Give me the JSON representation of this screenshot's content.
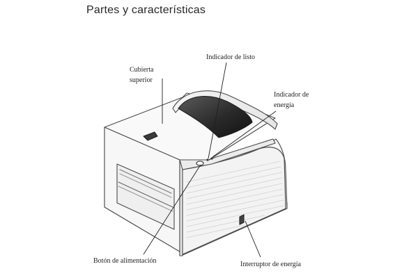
{
  "header": {
    "title": "Partes y características"
  },
  "callouts": {
    "top_cover": {
      "line1": "Cubierta",
      "line2": "superior"
    },
    "ready_indicator": {
      "line1": "Indicador de listo"
    },
    "power_indicator": {
      "line1": "Indicador de",
      "line2": "energía"
    },
    "feed_button": {
      "line1": "Botón de alimentación"
    },
    "power_switch": {
      "line1": "Interruptor de energía"
    }
  },
  "illustration": {
    "subject": "printer-diagram",
    "colors": {
      "stroke": "#4a4a4a",
      "body": "#f7f7f7",
      "shadow": "#d9d9d9",
      "window": "#2b2b2b"
    }
  }
}
